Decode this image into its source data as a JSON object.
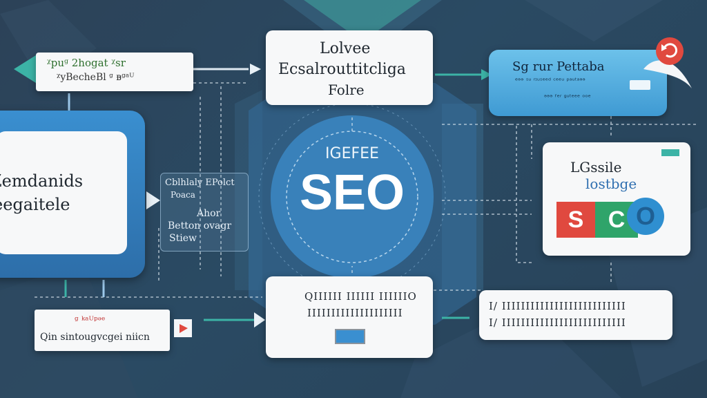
{
  "left_top_card": {
    "line1": "ᵡpuᵍ 2hogat ᵡsr",
    "line2": "ᵡyBecheBl ᵍ ᴃᵍᵃᵁ"
  },
  "center_top_card": {
    "line1": "Lolvee",
    "line2": "Ecsalrouttitcliga",
    "line3": "Folre"
  },
  "right_top_card": {
    "title": "Sg rur Pettaba",
    "sub1": "ᵉᵊᵊ ˢᵘ ʳᶦᵘˢᵉᵉᵈ ᶜᵉᵉᵘ ᵖᵃᵘᵗᵃᵊᵊ",
    "sub2": "ᵊᵊᵊ ᶠᵉʳ ᵍᵘᵗᵉᵉᵉ ᵒᵒᵉ"
  },
  "left_big_card": {
    "line1": "Zemdanids",
    "line2": "eegaitele"
  },
  "glass_card": {
    "line1": "Cblhlaly EPolct",
    "line2": "Poaca",
    "line3": "Ahor",
    "line4": "Betton ovagr",
    "line5": "Stiew"
  },
  "hub": {
    "label": "IGEFEE",
    "title": "SEO"
  },
  "right_mid_card": {
    "line1": "LGssile",
    "line2": "lostbge",
    "letter_s": "S",
    "letter_c": "C",
    "letter_o": "O"
  },
  "left_bottom_card": {
    "line1": "ᵍ ᵏᵃᵁᵖᵊᵉ",
    "line2": "Qin sintougvcgei niicn"
  },
  "center_bottom_card": {
    "line1": "QIIIIII IIIIII IIIIIIO",
    "line2": "IIIIIIIIIIIIIIIIIIII"
  },
  "right_bottom_card": {
    "line1": "I/ IIIIIIIIIIIIIIIIIIIIIIIIII",
    "line2": "I/ IIIIIIIIIIIIIIIIIIIIIIIIII"
  },
  "colors": {
    "bg": "#2c4258",
    "hub": "#3a86c2",
    "accent_teal": "#3cb3a6",
    "accent_red": "#e0493f",
    "accent_green": "#2fa46a",
    "accent_blue": "#2f8fd0"
  },
  "icons": [
    "arrow-right-icon",
    "chat-bubble-icon",
    "play-triangle-icon",
    "window-icon"
  ]
}
